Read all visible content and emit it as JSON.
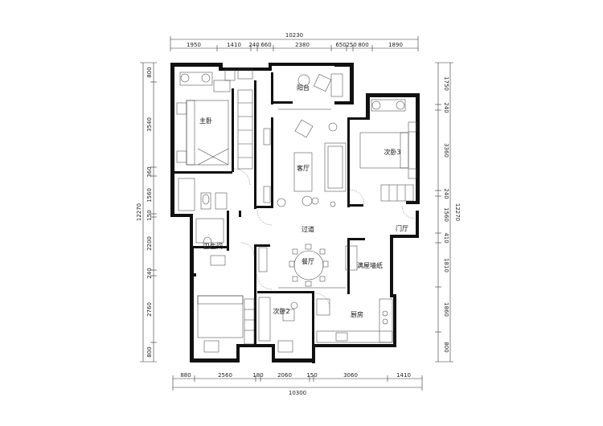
{
  "dimensions": {
    "top_total": "10230",
    "top_segments": [
      "1950",
      "1410",
      "240",
      "660",
      "2380",
      "650",
      "250",
      "800",
      "1890"
    ],
    "bottom_total": "10300",
    "bottom_segments": [
      "880",
      "2560",
      "180",
      "2060",
      "150",
      "3060",
      "1410"
    ],
    "left_total": "12270",
    "left_segments": [
      "800",
      "3540",
      "360",
      "1560",
      "150",
      "2200",
      "240",
      "2760",
      "800"
    ],
    "right_total": "12270",
    "right_segments": [
      "1750",
      "240",
      "3360",
      "240",
      "1560",
      "410",
      "1810",
      "1860",
      "800"
    ]
  },
  "rooms": {
    "master_bedroom": "主卧",
    "balcony": "阳台",
    "living_room": "客厅",
    "bedroom3": "次卧3",
    "bathroom": "卫生间",
    "corridor": "过道",
    "entrance": "门厅",
    "dining": "餐厅",
    "wallpaper": "满屋墙纸",
    "bedroom2": "次卧2",
    "kitchen": "厨房"
  }
}
